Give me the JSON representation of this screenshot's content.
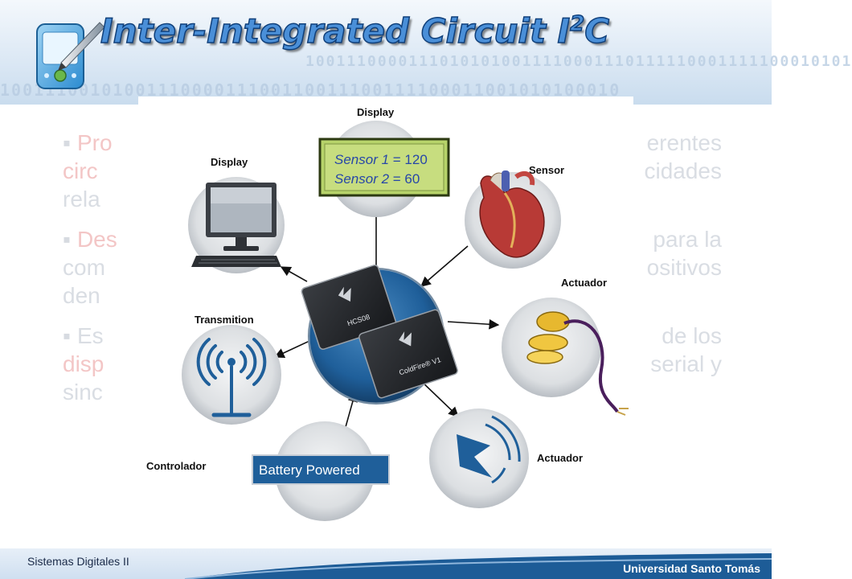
{
  "slide": {
    "title": "Inter-Integrated Circuit I",
    "title_superscript": "2",
    "title_suffix": "C",
    "banner_binary": [
      "10011100001110101010011110001110111110001111100010101",
      "1001110010100111000011100110011100111100011001010100010"
    ],
    "bullets": [
      {
        "highlight": "Pro",
        "text": "erentes",
        "line2_highlight": "circ",
        "line2": "cidades",
        "line3": "rela"
      },
      {
        "highlight": "Des",
        "text": "para la",
        "line2": "com",
        "line2_end": "ositivos",
        "line3": "den"
      },
      {
        "text": "Es",
        "text_end": "de los",
        "line2_highlight": "disp",
        "line2_end": "serial y",
        "line3": "sinc"
      }
    ]
  },
  "diagram": {
    "hub_chips": [
      {
        "label": "HCS08"
      },
      {
        "label": "ColdFire® V1"
      }
    ],
    "nodes": {
      "display_top": {
        "label": "Display",
        "lcd_line1_name": "Sensor 1",
        "lcd_line1_value": " = 120",
        "lcd_line2_name": "Sensor 2",
        "lcd_line2_value": " = 60"
      },
      "display_left": {
        "label": "Display"
      },
      "sensor": {
        "label": "Sensor"
      },
      "actuator_right": {
        "label": "Actuador"
      },
      "transmition": {
        "label": "Transmition"
      },
      "controller": {
        "label": "Controlador",
        "battery_text": "Battery Powered"
      },
      "actuator_bottom": {
        "label": "Actuador"
      }
    }
  },
  "footer": {
    "left": "Sistemas Digitales II",
    "right": "Universidad Santo Tomás"
  },
  "colors": {
    "title_fill": "#4a8fd8",
    "title_stroke": "#0f3f7a",
    "hub_blue": "#1f5f9a",
    "lcd_green": "#b7d36a",
    "lcd_text": "#2747a8",
    "battery_bg": "#1f5f9a",
    "footer_text": "#1a2a48"
  }
}
